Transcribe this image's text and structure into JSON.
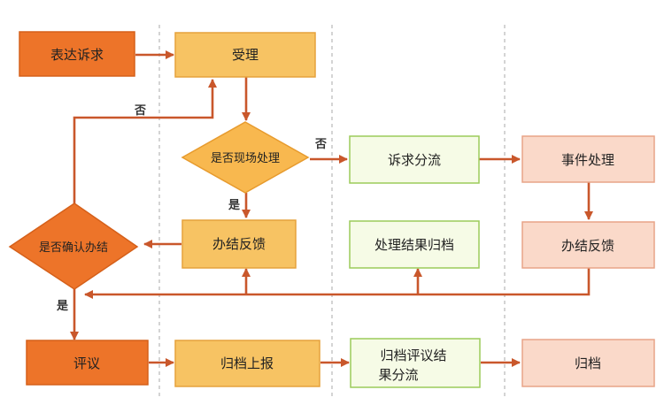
{
  "colors": {
    "dark_fill": "#ed7429",
    "dark_stroke": "#d5601a",
    "gold_fill": "#f7c363",
    "gold_stroke": "#e6a23c",
    "green_fill": "#f6fbe6",
    "green_stroke": "#9ccb5a",
    "pink_fill": "#fad9c9",
    "pink_stroke": "#e8a487",
    "diamond_fill": "#f8b84f",
    "diamond_stroke": "#e79b2e",
    "arrow": "#c9572b",
    "divider": "#b8b8b8"
  },
  "nodes": {
    "express_appeal": "表达诉求",
    "accept": "受理",
    "onsite_decision": "是否现场处理",
    "appeal_diversion": "诉求分流",
    "event_handling": "事件处理",
    "confirm_decision": "是否确认办结",
    "feedback_center": "办结反馈",
    "archive_results": "处理结果归档",
    "feedback_right": "办结反馈",
    "evaluation": "评议",
    "archive_report": "归档上报",
    "archive_eval_line1": "归档评议结",
    "archive_eval_line2": "果分流",
    "archive": "归档"
  },
  "edge_labels": {
    "no_top": "否",
    "no_middle": "否",
    "yes_center": "是",
    "yes_left": "是"
  }
}
